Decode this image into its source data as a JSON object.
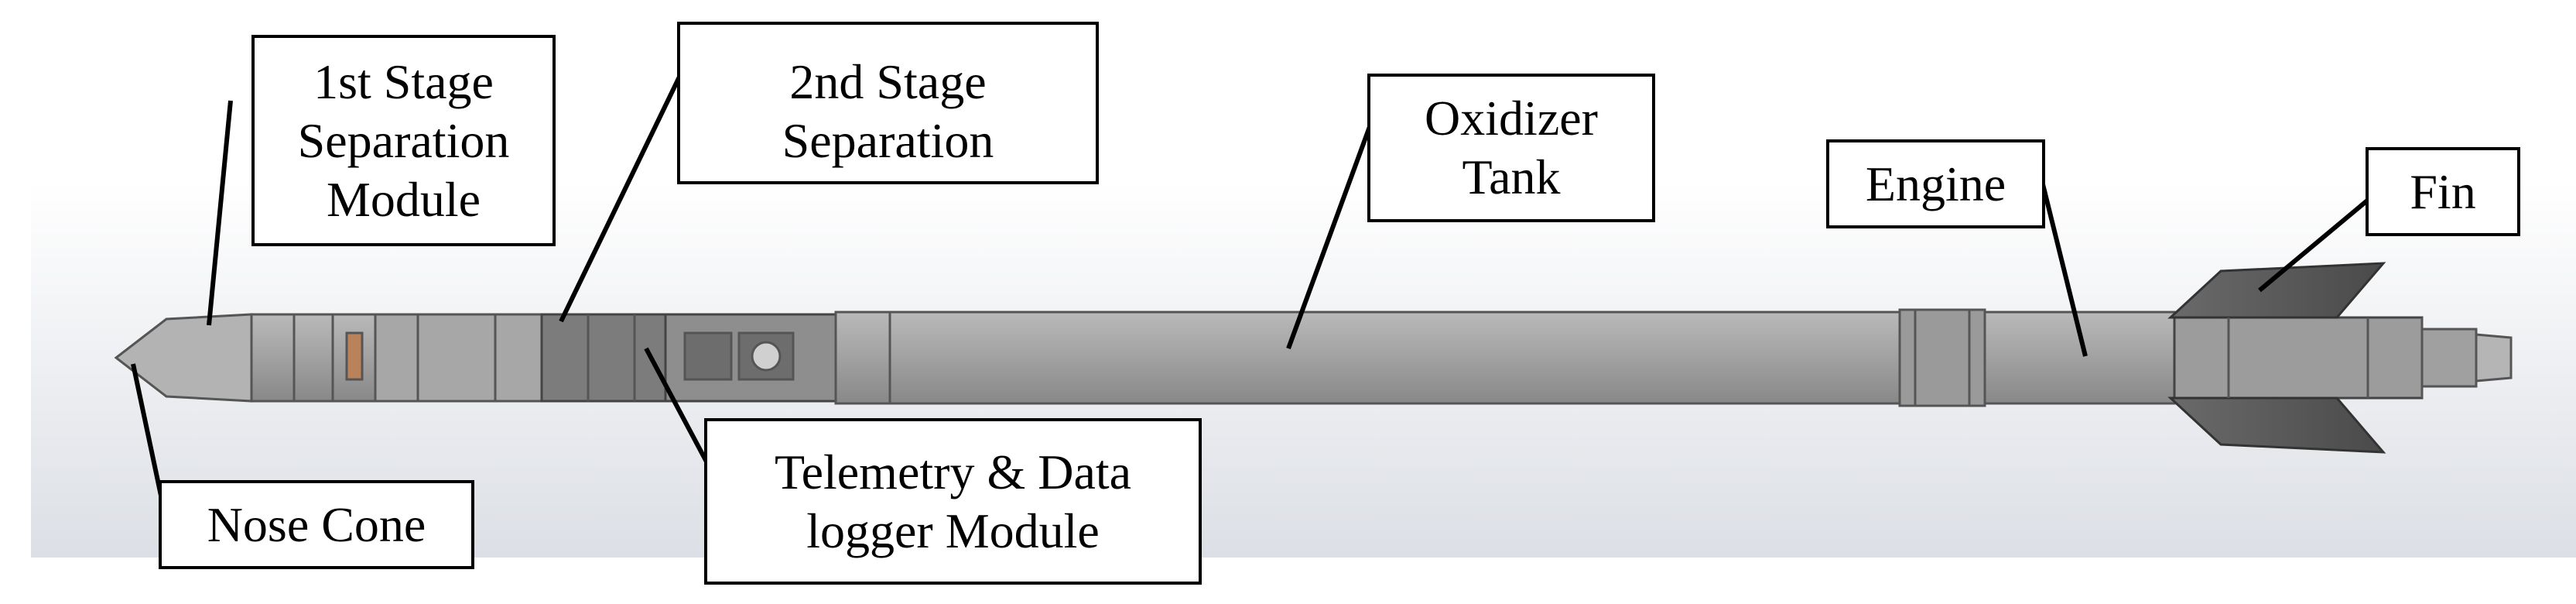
{
  "figure": {
    "labels": {
      "first_stage": [
        "1st Stage",
        "Separation",
        "Module"
      ],
      "second_stage": [
        "2nd Stage",
        "Separation"
      ],
      "oxidizer_tank": [
        "Oxidizer",
        "Tank"
      ],
      "engine": [
        "Engine"
      ],
      "fin": [
        "Fin"
      ],
      "nose_cone": [
        "Nose Cone"
      ],
      "telemetry": [
        "Telemetry & Data",
        "logger Module"
      ]
    },
    "colors": {
      "body_light": "#a9a9a9",
      "body_dark": "#6e6e6e",
      "fin": "#555555",
      "background_fade": "#dcdfe5",
      "leader_line": "#000000"
    }
  }
}
